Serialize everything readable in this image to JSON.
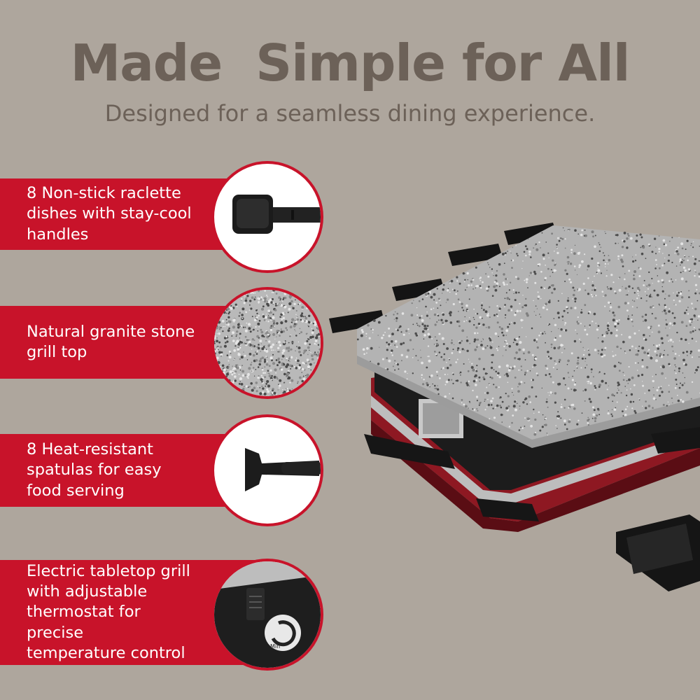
{
  "header": {
    "title": "Made  Simple for All",
    "subtitle": "Designed for a seamless dining experience."
  },
  "features": [
    {
      "text": "8 Non-stick raclette\ndishes with stay-cool\nhandles",
      "icon": "raclette-dish-icon"
    },
    {
      "text": "Natural granite stone\ngrill top",
      "icon": "granite-texture-icon"
    },
    {
      "text": "8 Heat-resistant\nspatulas for easy\nfood serving",
      "icon": "spatula-icon"
    },
    {
      "text": "Electric tabletop grill\nwith adjustable\nthermostat for precise\ntemperature control",
      "icon": "thermostat-knob-icon"
    }
  ],
  "colors": {
    "background": "#aea69d",
    "accent": "#c8132a",
    "heading": "#6c6158"
  }
}
